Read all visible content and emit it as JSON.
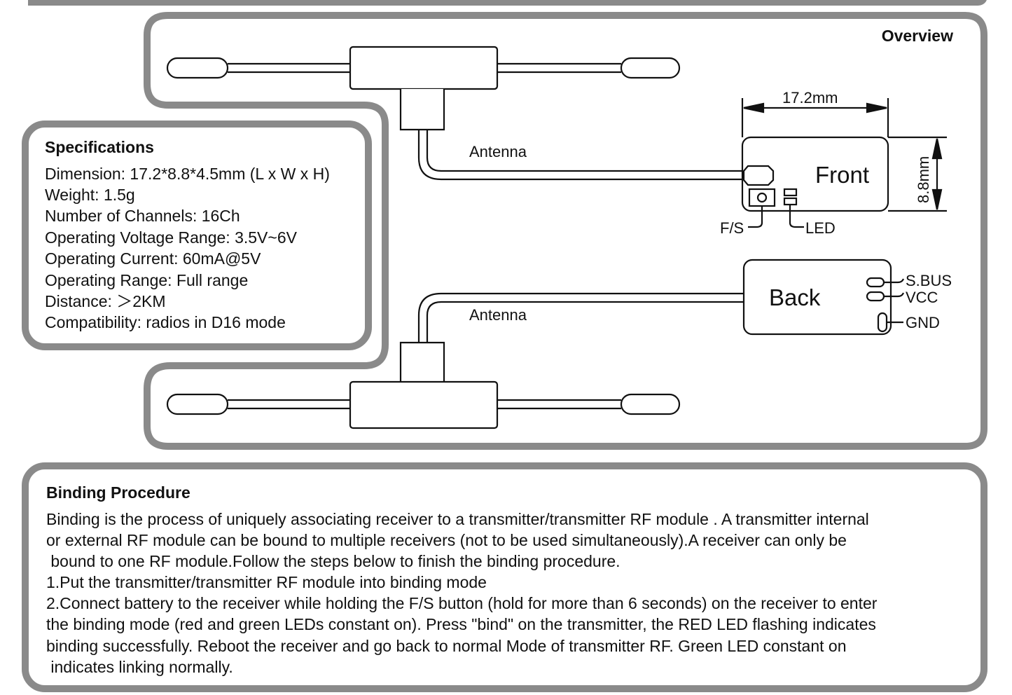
{
  "overview": {
    "title": "Overview"
  },
  "diagram": {
    "antenna_top_label": "Antenna",
    "antenna_bottom_label": "Antenna",
    "width_dim": "17.2mm",
    "height_dim": "8.8mm",
    "front_label": "Front",
    "back_label": "Back",
    "fs_label": "F/S",
    "led_label": "LED",
    "pin_sbus": "S.BUS",
    "pin_vcc": "VCC",
    "pin_gnd": "GND"
  },
  "specifications": {
    "title": "Specifications",
    "lines": [
      "Dimension: 17.2*8.8*4.5mm (L x W x H)",
      "Weight: 1.5g",
      "Number of Channels: 16Ch",
      "Operating Voltage Range: 3.5V~6V",
      "Operating Current: 60mA@5V",
      "Operating Range: Full range",
      "Distance: ＞2KM",
      "Compatibility: radios in D16 mode"
    ]
  },
  "binding": {
    "title": "Binding Procedure",
    "lines": [
      "Binding is the process of uniquely associating receiver to a transmitter/transmitter RF module . A transmitter internal",
      "or external RF module can be bound to multiple receivers (not to be used simultaneously).A receiver can only be",
      " bound to one RF module.Follow the steps below to finish the binding procedure.",
      "1.Put the transmitter/transmitter RF module into binding mode",
      "2.Connect battery to the receiver while holding the F/S button (hold for more than 6 seconds) on the receiver to enter",
      "the binding mode (red and green LEDs constant on). Press \"bind\" on the transmitter, the RED LED flashing indicates",
      "binding successfully. Reboot the receiver and go back to normal Mode of transmitter RF. Green LED constant on",
      " indicates linking normally."
    ]
  }
}
